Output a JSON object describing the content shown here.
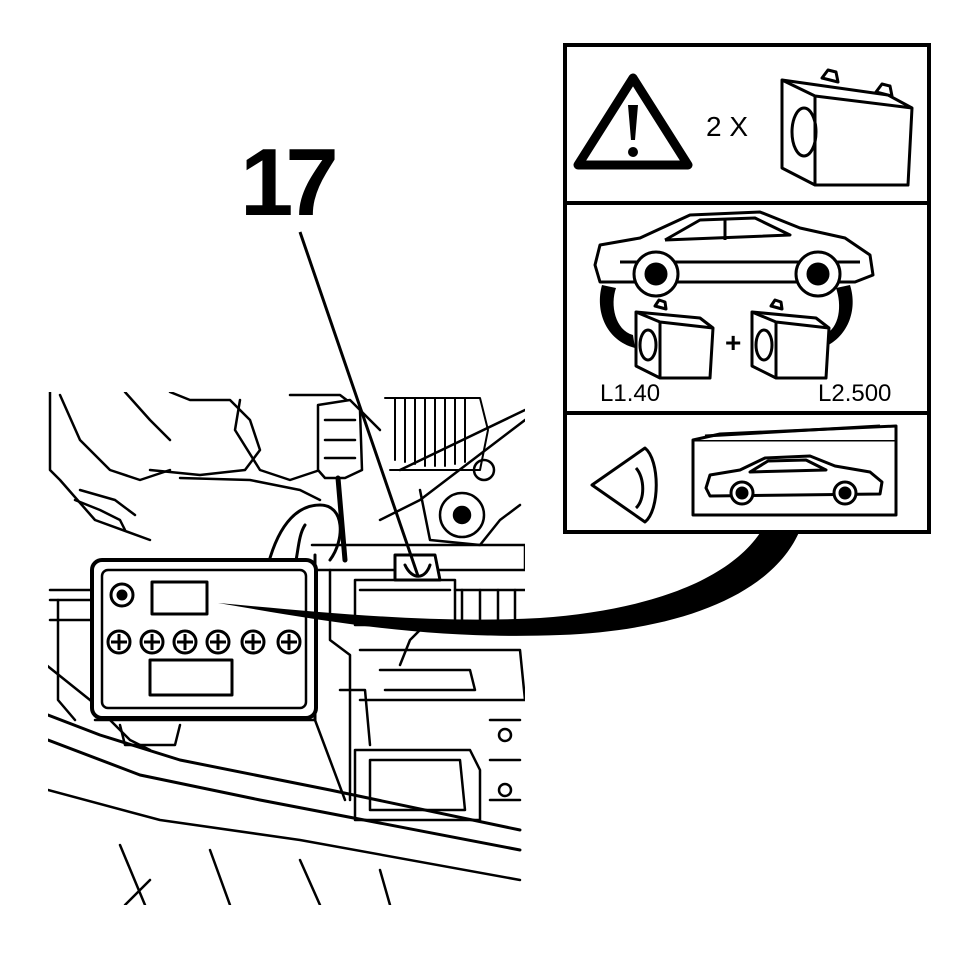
{
  "callout": {
    "number": "17"
  },
  "inset": {
    "panel_warning": {
      "quantity_text": "2 X",
      "icon": "warning-triangle-icon",
      "battery_icon": "battery-icon"
    },
    "panel_cars": {
      "label_left": "L1.40",
      "label_right": "L2.500",
      "plus_text": "+"
    },
    "panel_manual": {
      "eye_icon": "eye-icon",
      "manual_icon": "owner-manual-icon"
    }
  },
  "colors": {
    "ink": "#000000",
    "paper": "#ffffff"
  }
}
